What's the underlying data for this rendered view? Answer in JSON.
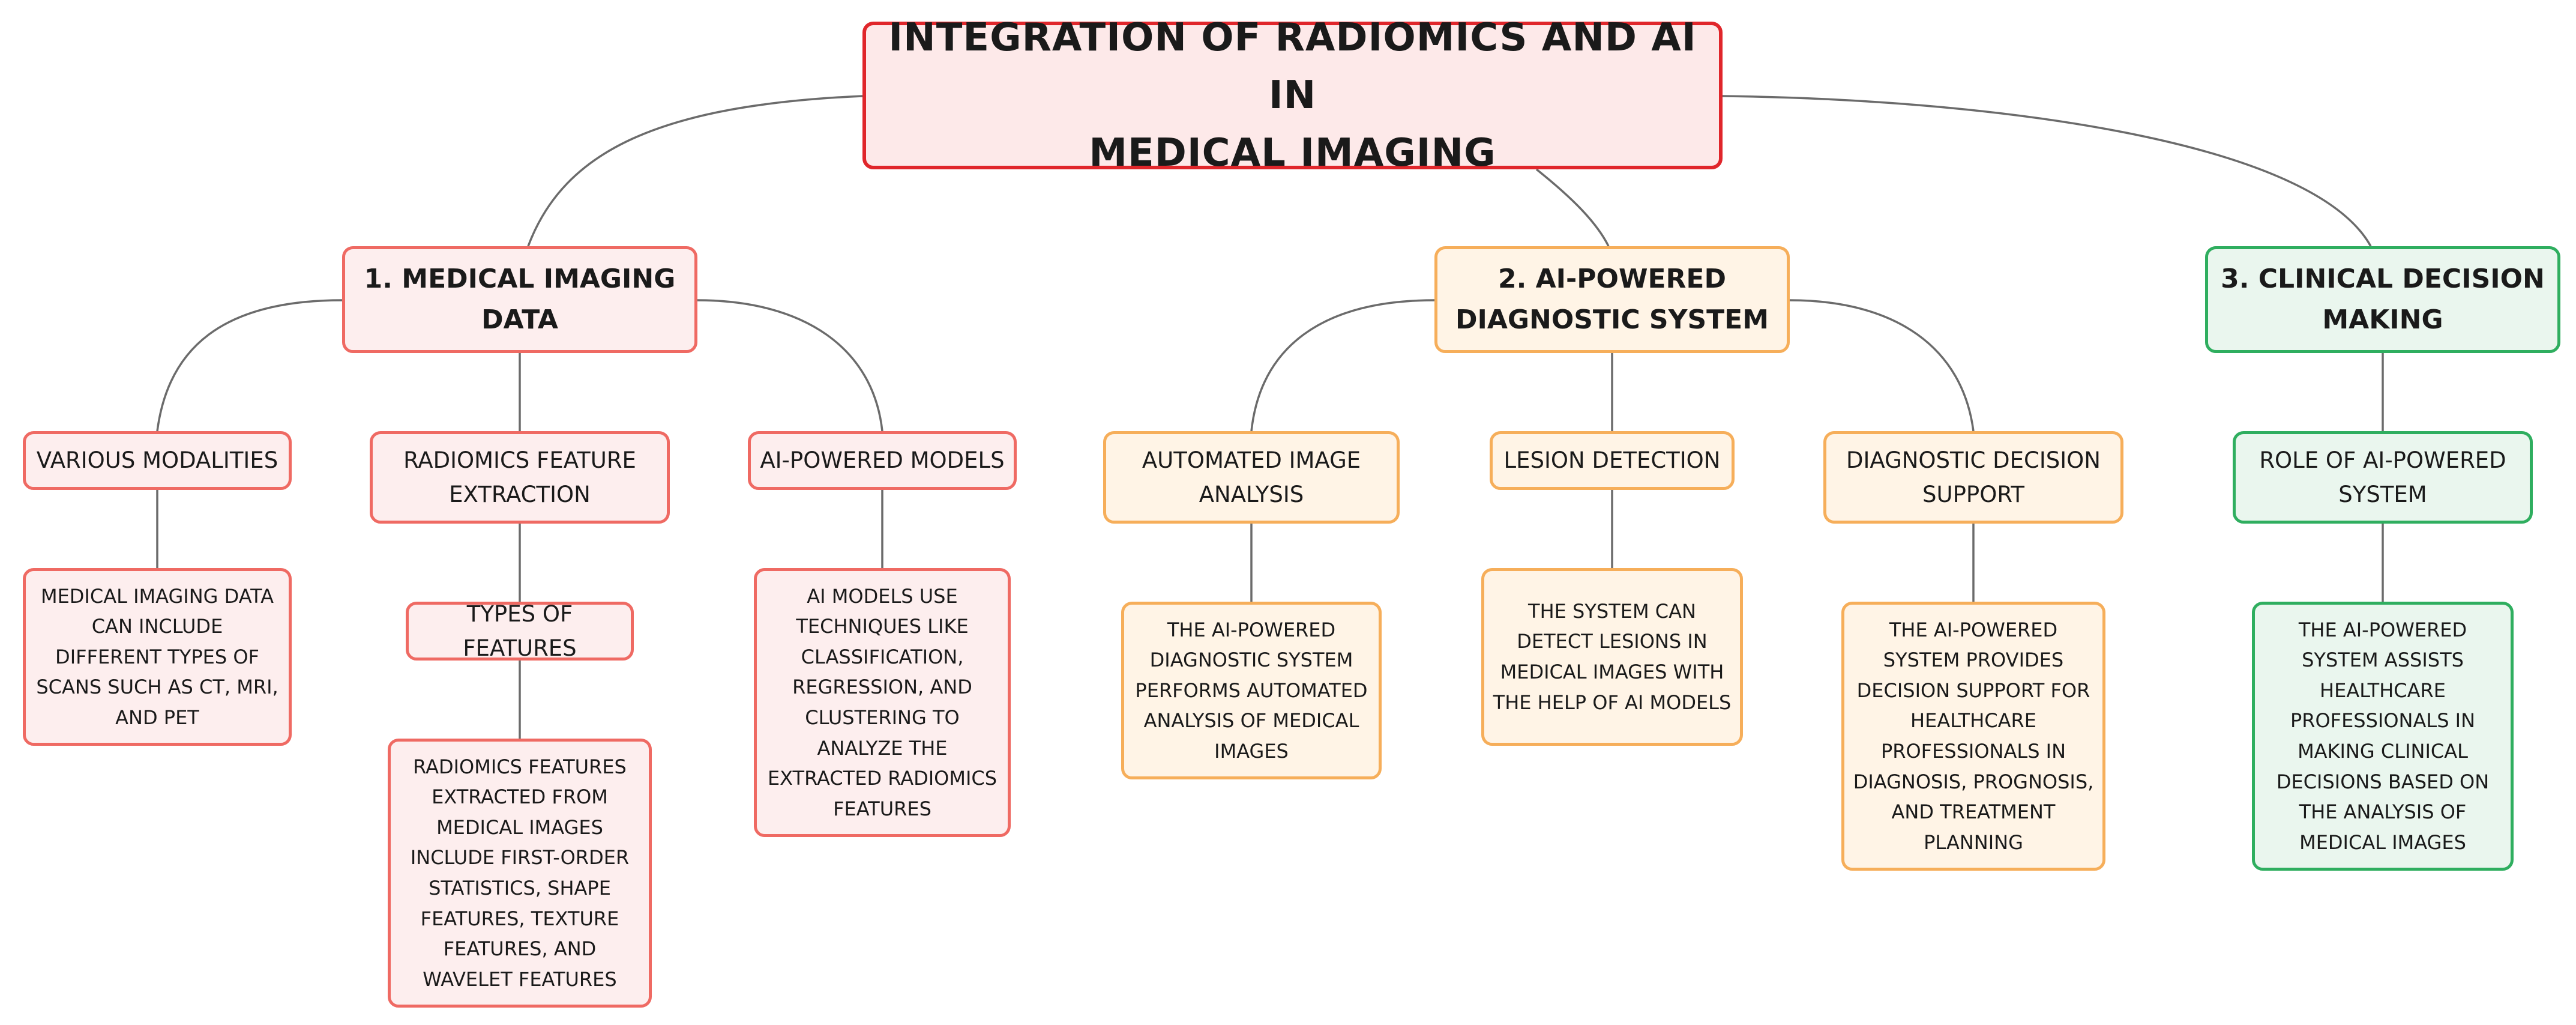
{
  "diagram": {
    "title": "INTEGRATION OF RADIOMICS AND AI IN\nMEDICAL IMAGING",
    "branches": [
      {
        "label": "1. MEDICAL IMAGING\nDATA",
        "color": "#ef6a63",
        "children": [
          {
            "label": "VARIOUS MODALITIES",
            "details": [
              "MEDICAL IMAGING DATA\nCAN INCLUDE\nDIFFERENT TYPES OF\nSCANS SUCH AS CT, MRI,\nAND PET"
            ]
          },
          {
            "label": "RADIOMICS FEATURE\nEXTRACTION",
            "details": [
              "TYPES OF FEATURES",
              "RADIOMICS FEATURES\nEXTRACTED FROM\nMEDICAL IMAGES\nINCLUDE FIRST-ORDER\nSTATISTICS, SHAPE\nFEATURES, TEXTURE\nFEATURES, AND\nWAVELET FEATURES"
            ]
          },
          {
            "label": "AI-POWERED MODELS",
            "details": [
              "AI MODELS USE\nTECHNIQUES LIKE\nCLASSIFICATION,\nREGRESSION, AND\nCLUSTERING TO\nANALYZE THE\nEXTRACTED RADIOMICS\nFEATURES"
            ]
          }
        ]
      },
      {
        "label": "2. AI-POWERED\nDIAGNOSTIC SYSTEM",
        "color": "#f6ae5a",
        "children": [
          {
            "label": "AUTOMATED IMAGE\nANALYSIS",
            "details": [
              "THE AI-POWERED\nDIAGNOSTIC SYSTEM\nPERFORMS AUTOMATED\nANALYSIS OF MEDICAL\nIMAGES"
            ]
          },
          {
            "label": "LESION DETECTION",
            "details": [
              "THE SYSTEM CAN\nDETECT LESIONS IN\nMEDICAL IMAGES WITH\nTHE HELP OF AI MODELS"
            ]
          },
          {
            "label": "DIAGNOSTIC DECISION\nSUPPORT",
            "details": [
              "THE AI-POWERED\nSYSTEM PROVIDES\nDECISION SUPPORT FOR\nHEALTHCARE\nPROFESSIONALS IN\nDIAGNOSIS, PROGNOSIS,\nAND TREATMENT\nPLANNING"
            ]
          }
        ]
      },
      {
        "label": "3. CLINICAL DECISION\nMAKING",
        "color": "#2fae5f",
        "children": [
          {
            "label": "ROLE OF AI-POWERED\nSYSTEM",
            "details": [
              "THE AI-POWERED\nSYSTEM ASSISTS\nHEALTHCARE\nPROFESSIONALS IN\nMAKING CLINICAL\nDECISIONS BASED ON\nTHE ANALYSIS OF\nMEDICAL IMAGES"
            ]
          }
        ]
      }
    ]
  }
}
